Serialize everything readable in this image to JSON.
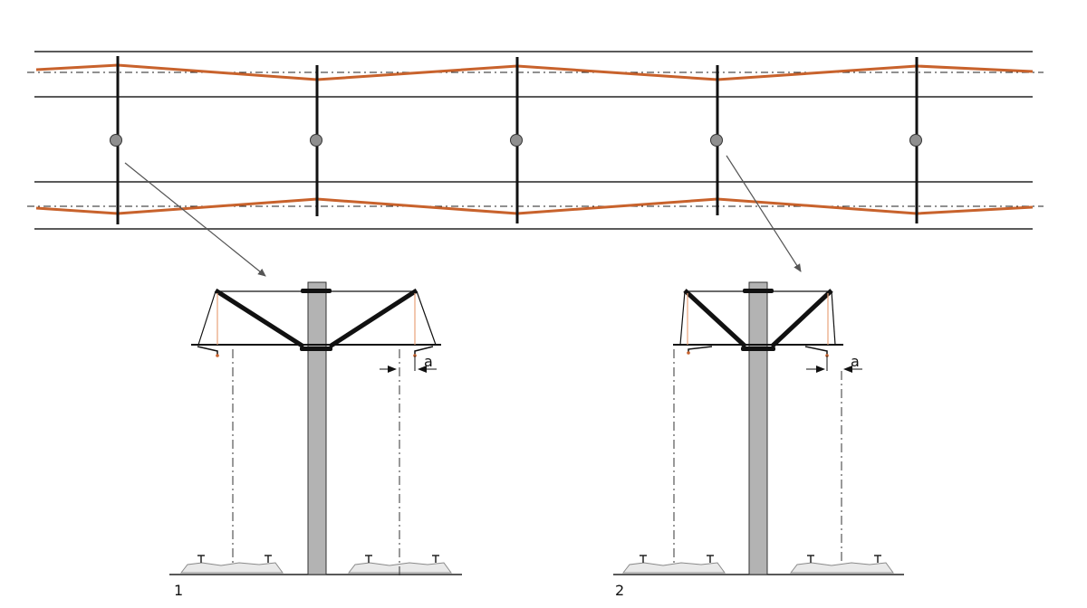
{
  "colors": {
    "rail": "#5a5a5a",
    "wire": "#c8622c",
    "pole": "#111111",
    "pole_fill": "#b3b3b3",
    "node": "#8f8f8f",
    "ground": "#222222",
    "ballast": "#e9e9e9"
  },
  "pole_views": [
    {
      "figure_label": "1",
      "dimension_label": "a"
    },
    {
      "figure_label": "2",
      "dimension_label": "a"
    }
  ]
}
